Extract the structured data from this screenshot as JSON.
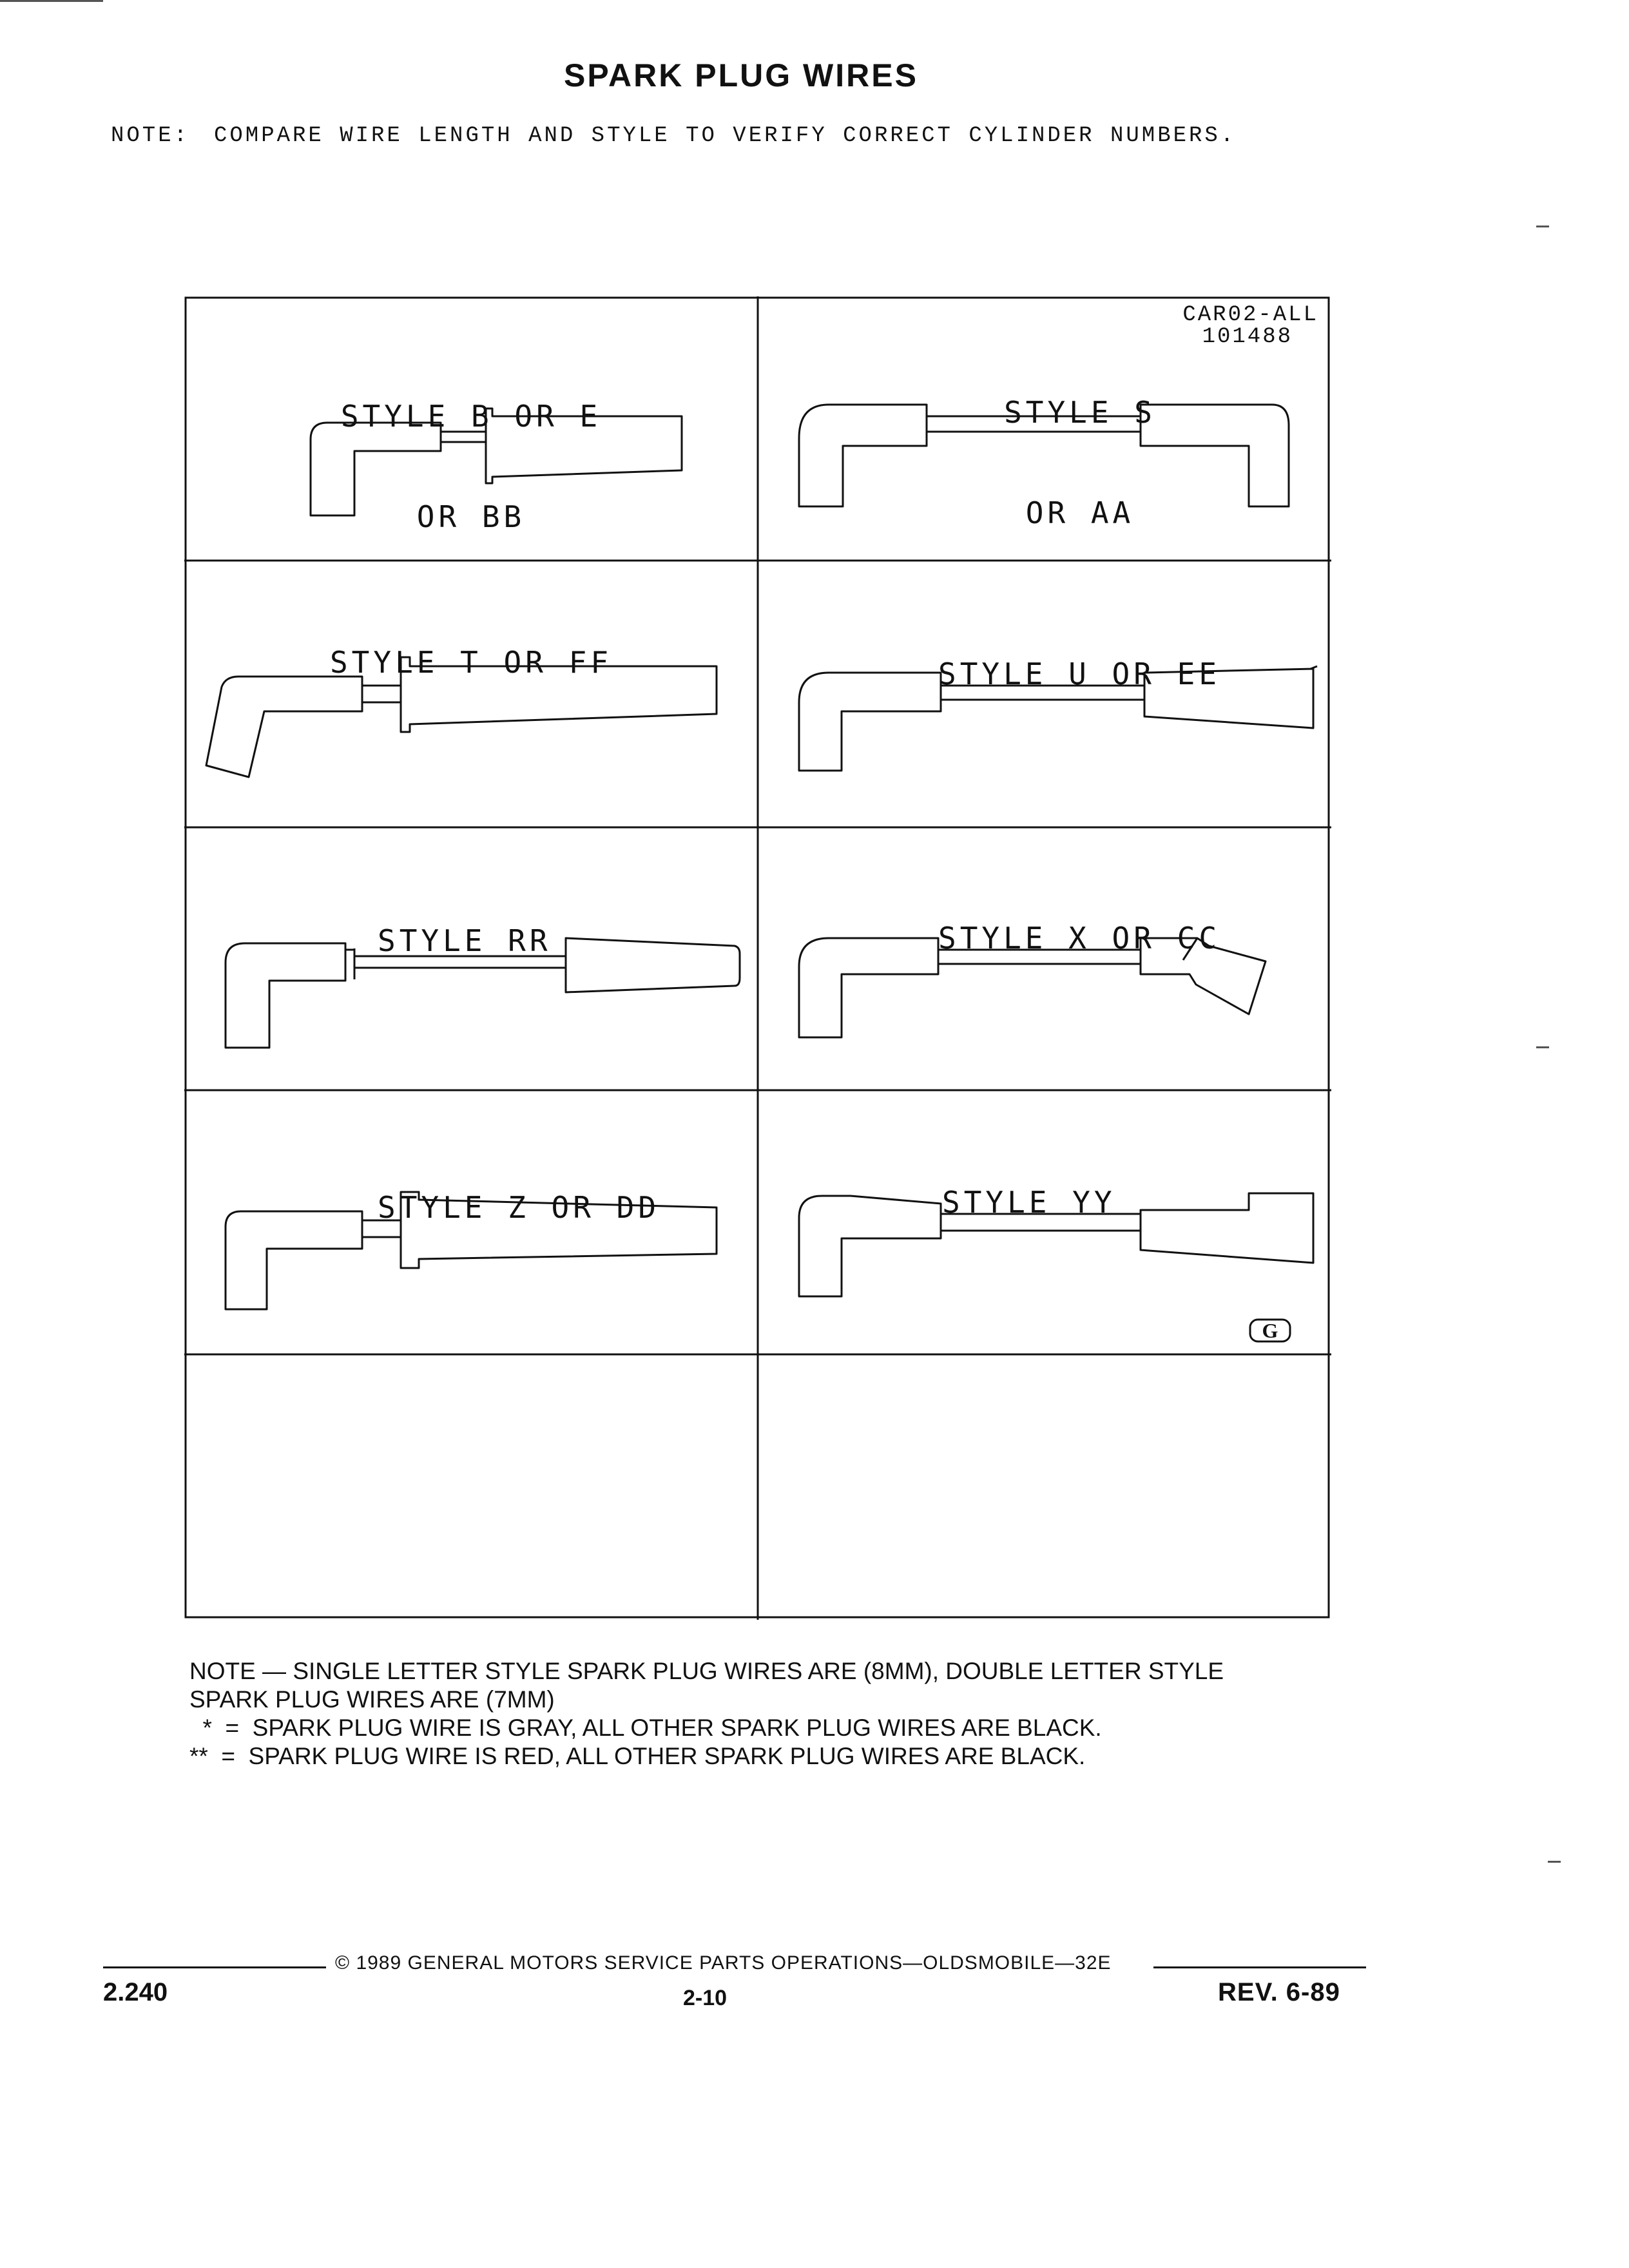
{
  "page": {
    "title": "SPARK PLUG WIRES",
    "top_note_label": "NOTE:",
    "top_note_text": "COMPARE WIRE LENGTH AND STYLE TO VERIFY CORRECT CYLINDER NUMBERS."
  },
  "diagram": {
    "code_line1": "CAR02-ALL",
    "code_line2": "101488",
    "logo": "G",
    "cells": [
      {
        "line1": "STYLE B OR E",
        "line2": "OR BB"
      },
      {
        "line1": "STYLE S",
        "line2": "OR AA"
      },
      {
        "line1": "STYLE T OR FF",
        "line2": ""
      },
      {
        "line1": "STYLE U OR EE",
        "line2": ""
      },
      {
        "line1": "STYLE RR",
        "line2": ""
      },
      {
        "line1": "STYLE X OR CC",
        "line2": ""
      },
      {
        "line1": "STYLE Z OR DD",
        "line2": ""
      },
      {
        "line1": "STYLE YY",
        "line2": ""
      }
    ]
  },
  "notes": {
    "line1": "NOTE — SINGLE LETTER STYLE SPARK PLUG WIRES ARE (8MM), DOUBLE LETTER STYLE",
    "line2": "SPARK PLUG WIRES ARE (7MM)",
    "line3": "  *  =  SPARK PLUG WIRE IS GRAY, ALL OTHER SPARK PLUG WIRES ARE BLACK.",
    "line4": "**  =  SPARK PLUG WIRE IS RED, ALL OTHER SPARK PLUG WIRES ARE BLACK."
  },
  "footer": {
    "copyright": "© 1989 GENERAL MOTORS SERVICE PARTS OPERATIONS—OLDSMOBILE—32E",
    "left": "2.240",
    "center": "2-10",
    "right": "REV. 6-89"
  }
}
